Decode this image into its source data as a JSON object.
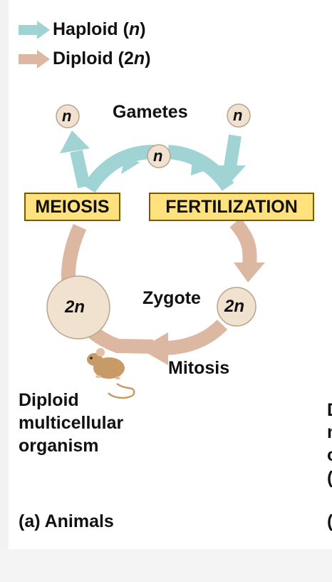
{
  "legend": {
    "haploid": {
      "label": "Haploid",
      "symbol": "n",
      "color": "#9fd3d4"
    },
    "diploid": {
      "label": "Diploid",
      "symbol": "2n",
      "color": "#dcb8a3"
    }
  },
  "labels": {
    "gametes": "Gametes",
    "meiosis": "MEIOSIS",
    "fertilization": "FERTILIZATION",
    "zygote": "Zygote",
    "mitosis": "Mitosis",
    "organism": [
      "Diploid",
      "multicellular",
      "organism"
    ],
    "caption": "(a) Animals"
  },
  "cells": {
    "gamete_left": "n",
    "gamete_center": "n",
    "gamete_right": "n",
    "zygote": "2n",
    "organism": "2n"
  },
  "colors": {
    "box_fill": "#ffe27e",
    "cell_fill": "#f1e2cf",
    "mouse": "#c79a66"
  },
  "cutoff_text": [
    "D",
    "m",
    "o",
    "(",
    "("
  ]
}
